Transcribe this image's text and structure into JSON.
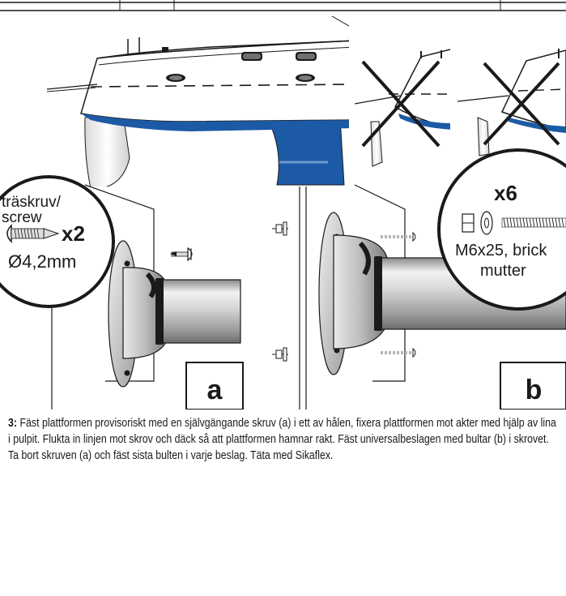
{
  "callout_screw": {
    "label_line1": "träskruv/",
    "label_line2": "screw",
    "quantity": "x2",
    "size": "Ø4,2mm"
  },
  "callout_bolt": {
    "quantity": "x6",
    "size_line1": "M6x25, brick",
    "size_line2": "mutter"
  },
  "step_labels": {
    "a": "a",
    "b": "b"
  },
  "caption": {
    "step_number": "3:",
    "text": " Fäst plattformen provisoriskt med en självgängande skruv (a) i ett av hålen, fixera plattformen mot akter med hjälp av lina i pulpit. Flukta in linjen mot skrov och däck så att plattformen hamnar rakt. Fäst universalbeslagen med bultar (b) i skrovet. Ta bort skruven (a) och fäst sista bulten i varje beslag. Täta med Sikaflex."
  },
  "colors": {
    "hull_blue": "#1c5aa6",
    "line": "#1a1a1a"
  }
}
